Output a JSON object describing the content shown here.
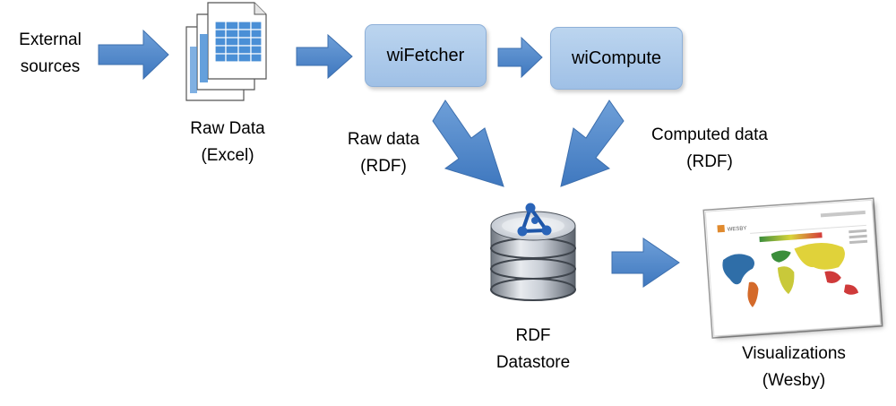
{
  "inputs": {
    "external_line1": "External",
    "external_line2": "sources"
  },
  "raw_data": {
    "line1": "Raw Data",
    "line2": "(Excel)"
  },
  "nodes": {
    "wifetcher": "wiFetcher",
    "wicompute": "wiCompute"
  },
  "edges": {
    "raw_line1": "Raw data",
    "raw_line2": "(RDF)",
    "computed_line1": "Computed data",
    "computed_line2": "(RDF)"
  },
  "datastore": {
    "line1": "RDF",
    "line2": "Datastore"
  },
  "visualizations": {
    "line1": "Visualizations",
    "line2": "(Wesby)",
    "logo_text": "WESBY"
  },
  "colors": {
    "arrow": "#5b8fcd",
    "box": "#a9c7ea",
    "db_ring": "#9aa3b0",
    "spreadsheet": "#4a8fd6"
  }
}
